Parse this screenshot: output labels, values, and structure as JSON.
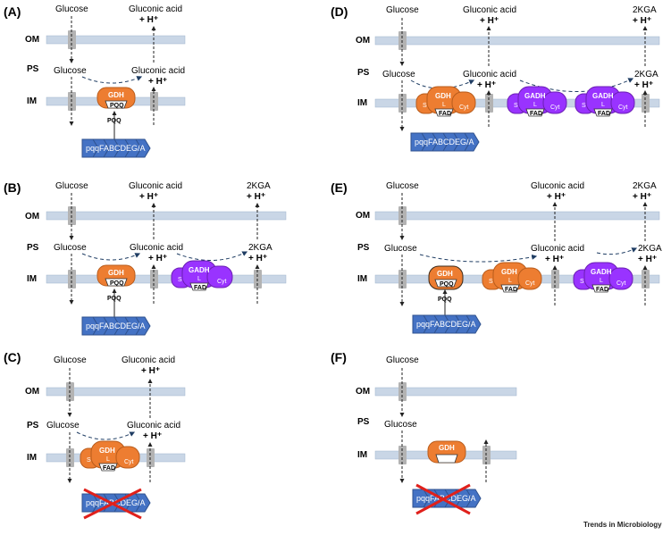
{
  "panels": [
    {
      "id": "A",
      "label": "(A)"
    },
    {
      "id": "B",
      "label": "(B)"
    },
    {
      "id": "C",
      "label": "(C)"
    },
    {
      "id": "D",
      "label": "(D)"
    },
    {
      "id": "E",
      "label": "(E)"
    },
    {
      "id": "F",
      "label": "(F)"
    }
  ],
  "membranes": {
    "om": "OM",
    "ps": "PS",
    "im": "IM"
  },
  "molecules": {
    "glucose": "Glucose",
    "gluconic_acid": "Gluconic acid",
    "kga": "2KGA",
    "proton": "+ H⁺"
  },
  "enzymes": {
    "gdh": "GDH",
    "gadh": "GADH",
    "pqq": "PQQ",
    "fad": "FAD",
    "s": "S",
    "l": "L",
    "cyt": "Cyt"
  },
  "operon": "pqqFABCDEG/A",
  "credit": "Trends in Microbiology",
  "colors": {
    "gdh": "#ED7D31",
    "gadh": "#9933FF",
    "operon": "#4472C4",
    "cross": "#E0201B",
    "membrane": "#C9D6E6",
    "channel": "#B3B3B3"
  }
}
